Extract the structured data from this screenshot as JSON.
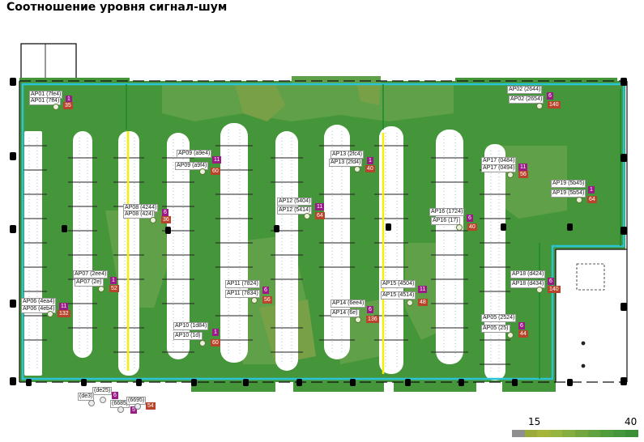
{
  "title": "Соотношение уровня сигнал-шум",
  "legend": {
    "min_label": "15",
    "max_label": "40",
    "colors": [
      "#8f8f8f",
      "#9aab3a",
      "#a6b43c",
      "#97b43e",
      "#86ad3f",
      "#73a63f",
      "#62a23e",
      "#519c3a",
      "#45953a",
      "#3a8e38"
    ]
  },
  "colors": {
    "floor_green": "#45953a",
    "light_green": "#5fa048",
    "olive": "#78a046",
    "boundary": "#29c4d8",
    "cable": "#f4f000",
    "accent_label": "#9a1a86",
    "value_label": "#b8452b"
  },
  "access_points": [
    {
      "name": "AP01 (7fe4)",
      "name2": "AP01 (7ff4)",
      "channel": "1",
      "value": "35"
    },
    {
      "name": "AP02 (2644)",
      "name2": "AP02 (2654)",
      "channel": "6",
      "value": "140"
    },
    {
      "name": "AP09 (a9e4)",
      "name2": "AP09 (a9f4)",
      "channel": "11",
      "value": "60"
    },
    {
      "name": "AP13 (2fc4)",
      "name2": "AP13 (2fd4)",
      "channel": "1",
      "value": "40"
    },
    {
      "name": "AP17 (0484)",
      "name2": "AP17 (0494)",
      "channel": "11",
      "value": "56"
    },
    {
      "name": "AP19 (5b45)",
      "name2": "AP19 (5b54)",
      "channel": "1",
      "value": "64"
    },
    {
      "name": "AP08 (4244)",
      "name2": "AP08 (424)",
      "channel": "6",
      "value": "36"
    },
    {
      "name": "AP12 (5404)",
      "name2": "AP12 (5414)",
      "channel": "11",
      "value": "64"
    },
    {
      "name": "AP16 (1724)",
      "name2": "AP16 (17)",
      "channel": "6",
      "value": "40"
    },
    {
      "name": "AP07 (2ee4)",
      "name2": "AP07 (2e)",
      "channel": "1",
      "value": "52"
    },
    {
      "name": "AP11 (7824)",
      "name2": "AP11 (7834)",
      "channel": "6",
      "value": "56"
    },
    {
      "name": "AP15 (4504)",
      "name2": "AP15 (4514)",
      "channel": "11",
      "value": "48"
    },
    {
      "name": "AP18 (d424)",
      "name2": "AP18 (d434)",
      "channel": "6",
      "value": "140"
    },
    {
      "name": "AP06 (4ea4)",
      "name2": "AP06 (4eb4)",
      "channel": "11",
      "value": "132"
    },
    {
      "name": "AP14 (6ee4)",
      "name2": "AP14 (6e)",
      "channel": "6",
      "value": "136"
    },
    {
      "name": "AP10 (1d84)",
      "name2": "AP10 (1d)",
      "channel": "1",
      "value": "60"
    },
    {
      "name": "AP05 (2524)",
      "name2": "AP05 (25)",
      "channel": "6",
      "value": "44"
    }
  ],
  "extra_aps": {
    "label1": "(de25)",
    "label2": "(de3)",
    "label3": "(6685)",
    "label4": "(6695)",
    "channel1": "6",
    "channel2": "5",
    "value1": "54"
  }
}
